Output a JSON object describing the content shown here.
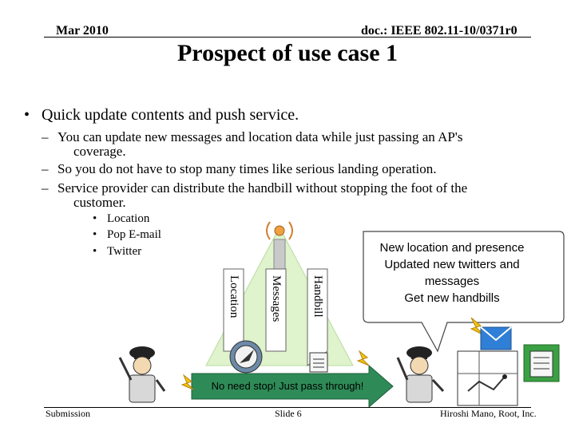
{
  "header": {
    "date": "Mar 2010",
    "doc": "doc.: IEEE 802.11-10/0371r0"
  },
  "title": "Prospect of use case 1",
  "bullet": "Quick update contents and push service.",
  "subbullets": [
    {
      "line1": "You can update new messages and location data while just passing an AP's",
      "line2": "coverage."
    },
    {
      "line1": "So you do not have to stop many times like   serious  landing operation.",
      "line2": ""
    },
    {
      "line1": "Service provider  can distribute the handbill without stopping the foot of the",
      "line2": "customer."
    }
  ],
  "third_level": [
    "Location",
    "Pop E-mail",
    "Twitter"
  ],
  "beam_labels": {
    "handbill": "Handbill",
    "messages": "Messages",
    "location": "Location"
  },
  "callout": [
    "New location and presence",
    "Updated new twitters and",
    "messages",
    "Get new handbills"
  ],
  "arrow_text": "No need stop! Just pass through!",
  "footer": {
    "left": "Submission",
    "center": "Slide 6",
    "right": "Hiroshi Mano, Root, Inc."
  },
  "colors": {
    "beam": "#d8f0c0",
    "arrow": "#2e8b57",
    "envelope": "#2f7fd6",
    "callout_fill": "#ffffff"
  },
  "icons": [
    "antenna-icon",
    "compass-icon",
    "handbill-icon",
    "envelope-icon",
    "person-icon",
    "map-icon",
    "lightning-icon"
  ]
}
